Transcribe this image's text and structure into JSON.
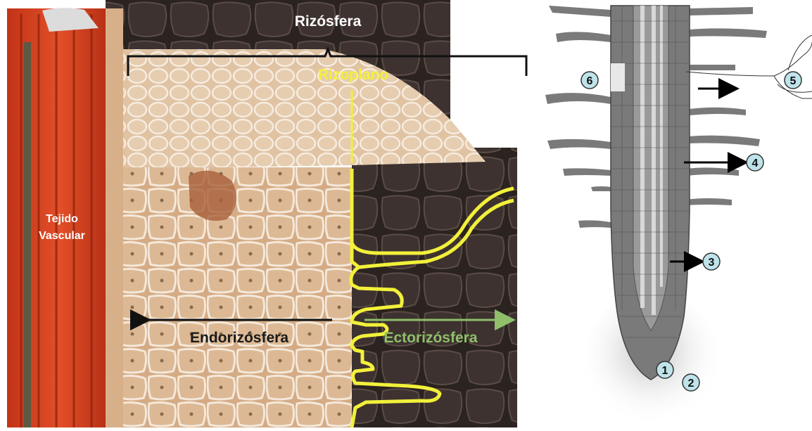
{
  "left_panel": {
    "labels": {
      "rhizosphere": "Rizósfera",
      "rhizoplane": "Rizoplano",
      "vascular_line1": "Tejido",
      "vascular_line2": "Vascular",
      "endorhizosphere": "Endorizósfera",
      "ectorhizosphere": "Ectorizósfera"
    },
    "colors": {
      "vascular": "#d8401e",
      "vascular_dark": "#8a1f0c",
      "cortex": "#d9b28c",
      "cell_wall": "#f3e6d6",
      "soil": "#2e2420",
      "rhizoplane_line": "#f2f03a",
      "ecto_arrow": "#8fbf6a",
      "endo_arrow": "#111111"
    }
  },
  "right_panel": {
    "markers": [
      "1",
      "2",
      "3",
      "4",
      "5",
      "6"
    ],
    "colors": {
      "root": "#7a7a7a",
      "root_dark": "#555555",
      "root_light": "#cfcfcf",
      "marker_fill": "#bfe3ea",
      "marker_stroke": "#333333",
      "arrow": "#000000"
    }
  }
}
